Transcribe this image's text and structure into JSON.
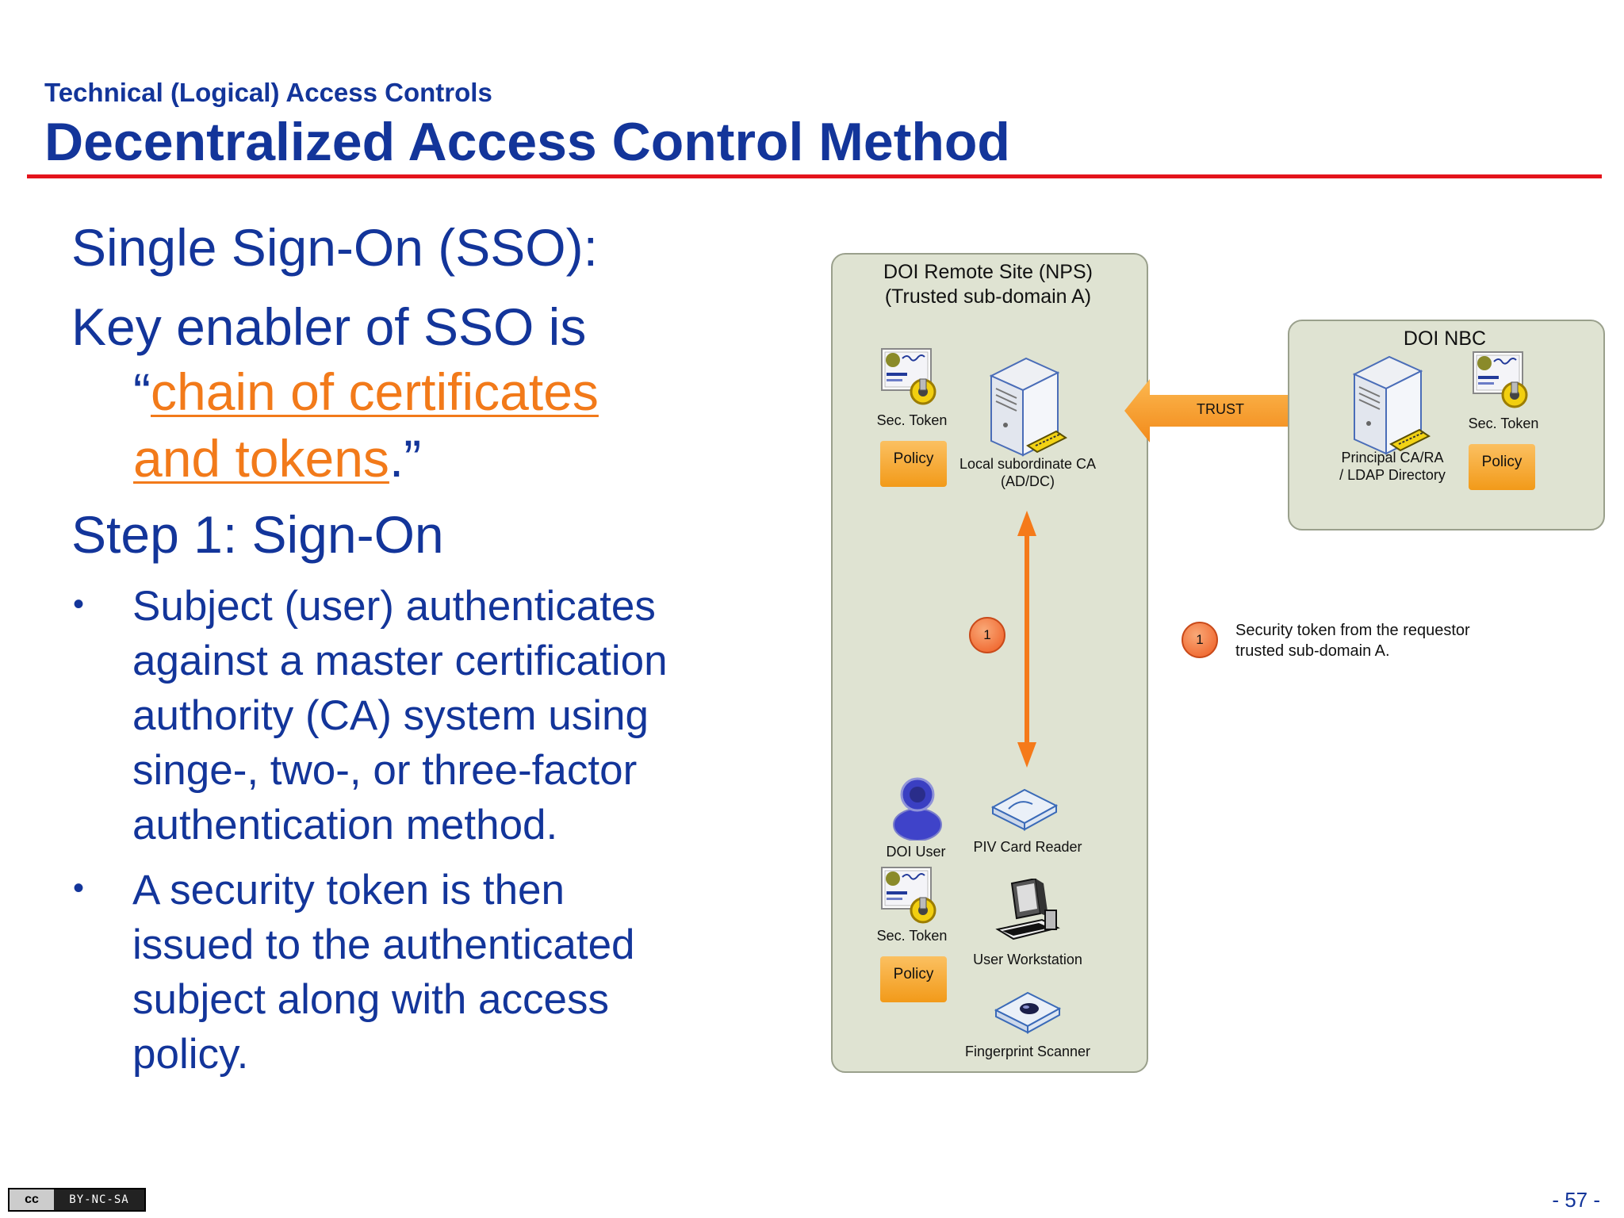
{
  "header": {
    "subtitle": "Technical (Logical) Access Controls",
    "title": "Decentralized Access Control Method"
  },
  "content": {
    "line1": "Single Sign-On (SSO):",
    "line2": "Key enabler of SSO is",
    "quote_open": "“",
    "link_part1": "chain of certificates",
    "link_part2": "and tokens",
    "quote_close": ".”",
    "step": "Step 1: Sign-On",
    "bullets": [
      [
        "Subject (user) authenticates",
        "against a master certification",
        "authority (CA) system using",
        "singe-, two-, or three-factor",
        "authentication method."
      ],
      [
        "A security token is then",
        "issued to the authenticated",
        "subject along with access",
        "policy."
      ]
    ],
    "bullet_char": "•"
  },
  "diagram": {
    "remote_site": {
      "title_line1": "DOI Remote Site (NPS)",
      "title_line2": "(Trusted sub-domain A)",
      "sec_token_top": "Sec. Token",
      "policy_top": "Policy",
      "ca_label_line1": "Local subordinate CA",
      "ca_label_line2": "(AD/DC)",
      "step_marker": "1",
      "user_label": "DOI User",
      "sec_token_bottom": "Sec. Token",
      "policy_bottom": "Policy",
      "piv_label": "PIV Card Reader",
      "workstation_label": "User Workstation",
      "fingerprint_label": "Fingerprint Scanner"
    },
    "trust_label": "TRUST",
    "nbc": {
      "title": "DOI NBC",
      "server_label_line1": "Principal CA/RA",
      "server_label_line2": "/ LDAP Directory",
      "sec_token": "Sec. Token",
      "policy": "Policy"
    },
    "legend": {
      "marker": "1",
      "text_line1": "Security token from the requestor",
      "text_line2": "trusted sub-domain A."
    },
    "colors": {
      "panel": "#dfe3d2",
      "arrow": "#f57a1a",
      "policy": "#f5a623"
    }
  },
  "footer": {
    "license_left": "cc",
    "license_right": "BY-NC-SA",
    "page": "- 57 -"
  }
}
